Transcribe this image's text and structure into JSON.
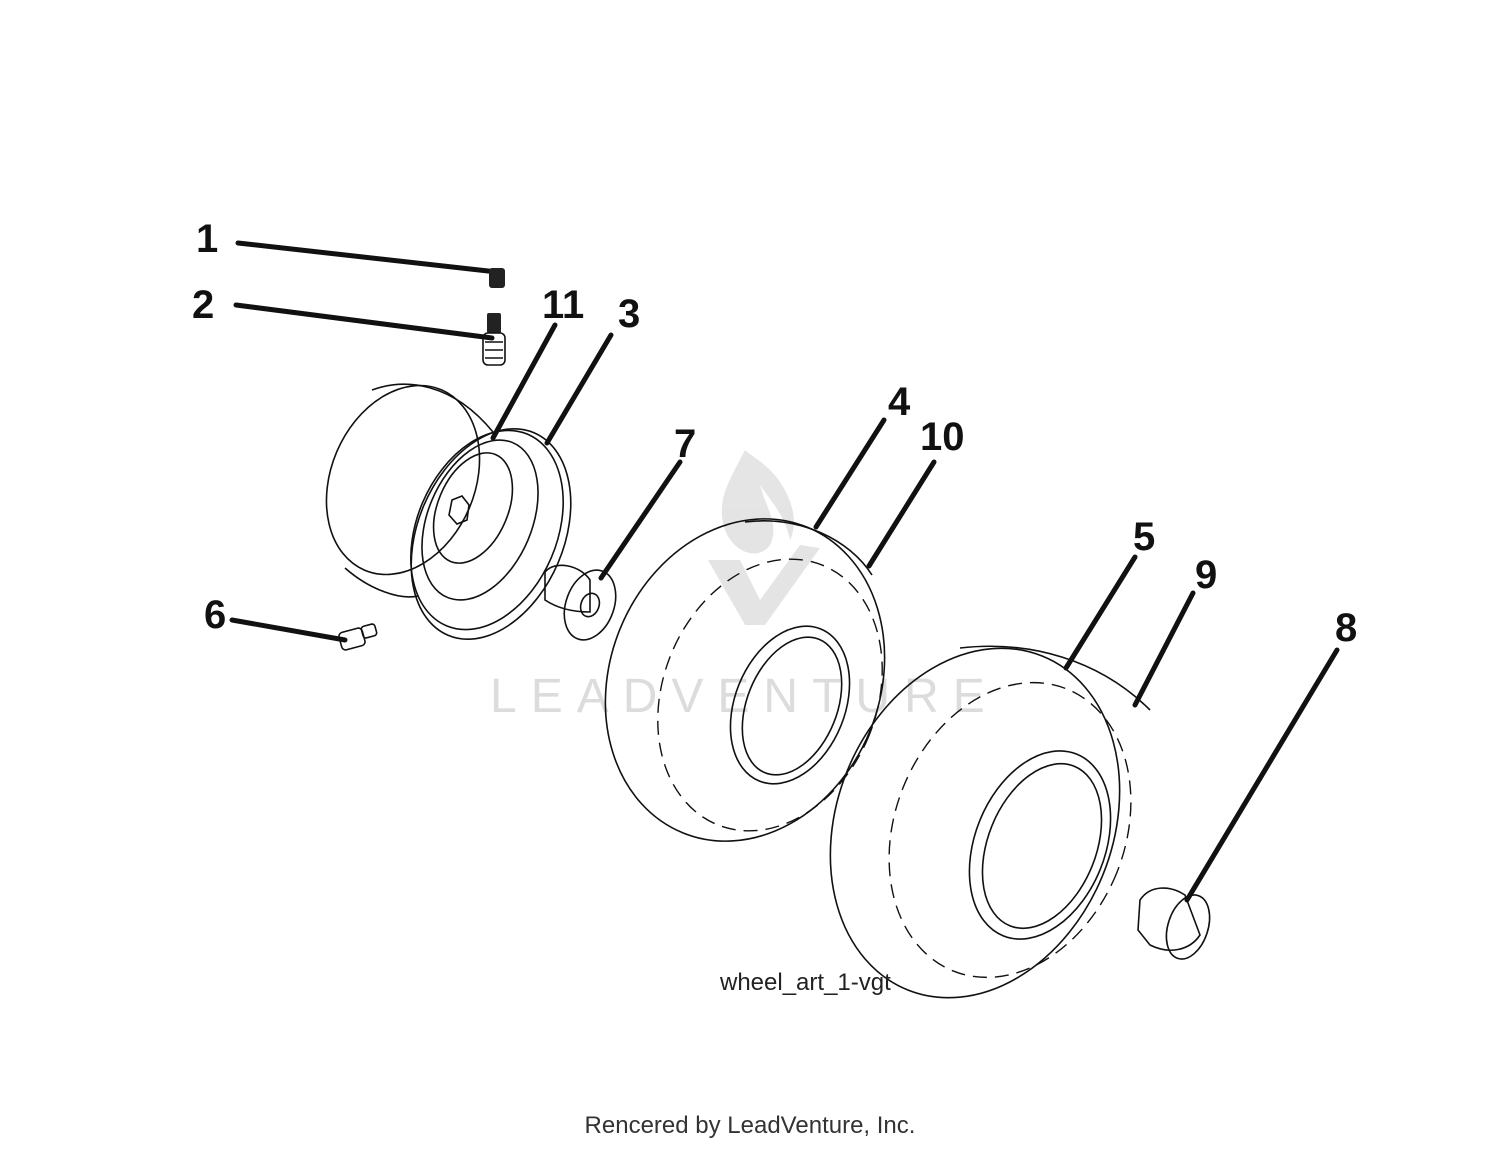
{
  "diagram": {
    "art_label": "wheel_art_1-vgt",
    "footer": "Rencered by LeadVenture, Inc.",
    "watermark": "LEADVENTURE",
    "callouts": [
      {
        "label": "1"
      },
      {
        "label": "2"
      },
      {
        "label": "11"
      },
      {
        "label": "3"
      },
      {
        "label": "7"
      },
      {
        "label": "4"
      },
      {
        "label": "10"
      },
      {
        "label": "6"
      },
      {
        "label": "5"
      },
      {
        "label": "9"
      },
      {
        "label": "8"
      }
    ]
  }
}
